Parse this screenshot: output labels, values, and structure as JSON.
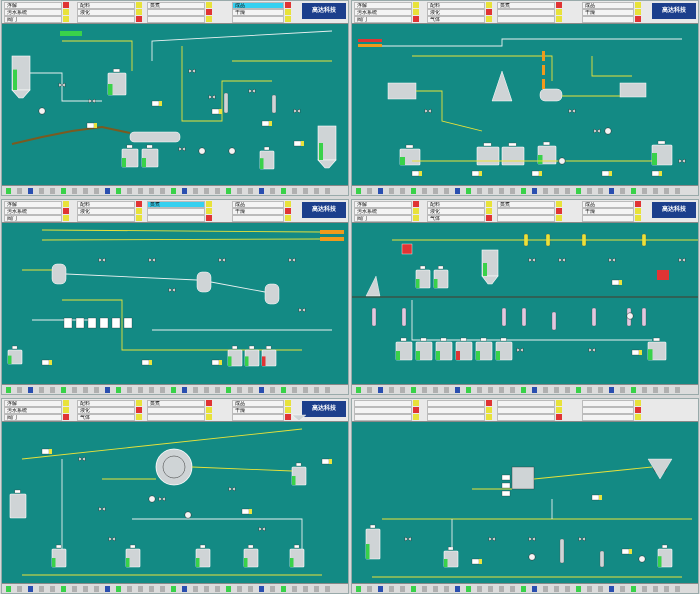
{
  "colors": {
    "panel_bg": "#138a84",
    "pipe_yellow": "#e8e23a",
    "pipe_white": "#e8f0f0",
    "tank_gray": "#cfd4d6",
    "level_green": "#39d24a",
    "alarm_red": "#e03434",
    "accent_cyan": "#36d0f0",
    "orange": "#f09a1c",
    "logo_blue": "#1c3f8c"
  },
  "panels": [
    {
      "header": [
        [
          "浮解",
          "配料",
          "蒸煮",
          "成品"
        ],
        [
          "污水系统",
          "液化",
          "",
          "干燥"
        ],
        [
          "阀门",
          "",
          "",
          ""
        ]
      ],
      "logo": "高达科技"
    },
    {
      "header": [
        [
          "浮解",
          "配料",
          "蒸煮",
          "成品"
        ],
        [
          "污水系统",
          "液化",
          "",
          "干燥"
        ],
        [
          "阀门",
          "气体",
          "",
          ""
        ]
      ],
      "logo": "高达科技"
    },
    {
      "header": [
        [
          "浮解",
          "配料",
          "蒸煮",
          "成品"
        ],
        [
          "污水系统",
          "液化",
          "",
          "干燥"
        ],
        [
          "阀门",
          "",
          "",
          ""
        ]
      ],
      "logo": "高达科技"
    },
    {
      "header": [
        [
          "浮解",
          "配料",
          "蒸煮",
          "成品"
        ],
        [
          "污水系统",
          "液化",
          "",
          "干燥"
        ],
        [
          "阀门",
          "气体",
          "",
          ""
        ]
      ],
      "logo": "高达科技"
    },
    {
      "header": [
        [
          "浮解",
          "配料",
          "蒸煮",
          "成品"
        ],
        [
          "污水系统",
          "液化",
          "",
          "干燥"
        ],
        [
          "阀门",
          "气体",
          "",
          ""
        ]
      ],
      "logo": "高达科技"
    },
    {
      "header": [
        [
          "",
          "",
          "",
          ""
        ],
        [
          "",
          "",
          "",
          ""
        ],
        [
          "",
          "",
          "",
          ""
        ]
      ],
      "logo": ""
    }
  ]
}
